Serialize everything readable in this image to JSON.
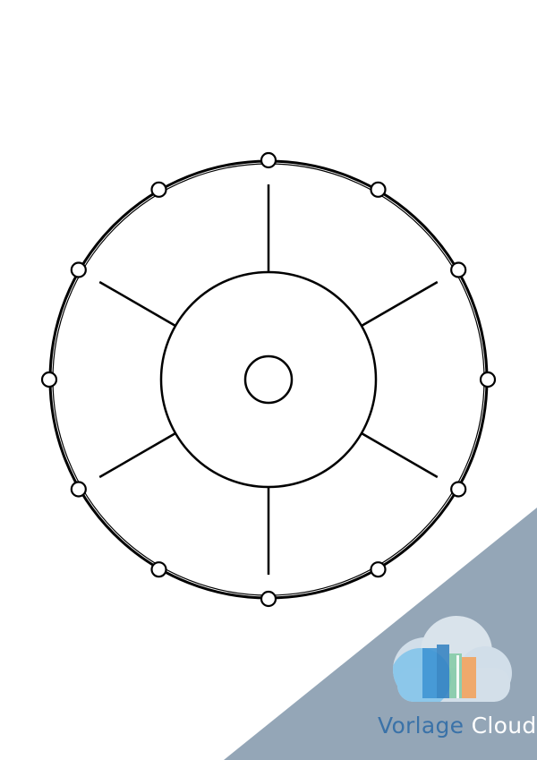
{
  "diagram": {
    "type": "wheel",
    "spokes": 6,
    "rim_markers": 12,
    "stroke_color": "#000000",
    "background": "#ffffff"
  },
  "watermark": {
    "brand_part_a": "Vorlage",
    "brand_part_b": "Cloud",
    "logo": "cloud-books-logo",
    "band_color": "#8fa3b6",
    "text_color_a": "#3a72a8",
    "text_color_b": "#ffffff"
  }
}
